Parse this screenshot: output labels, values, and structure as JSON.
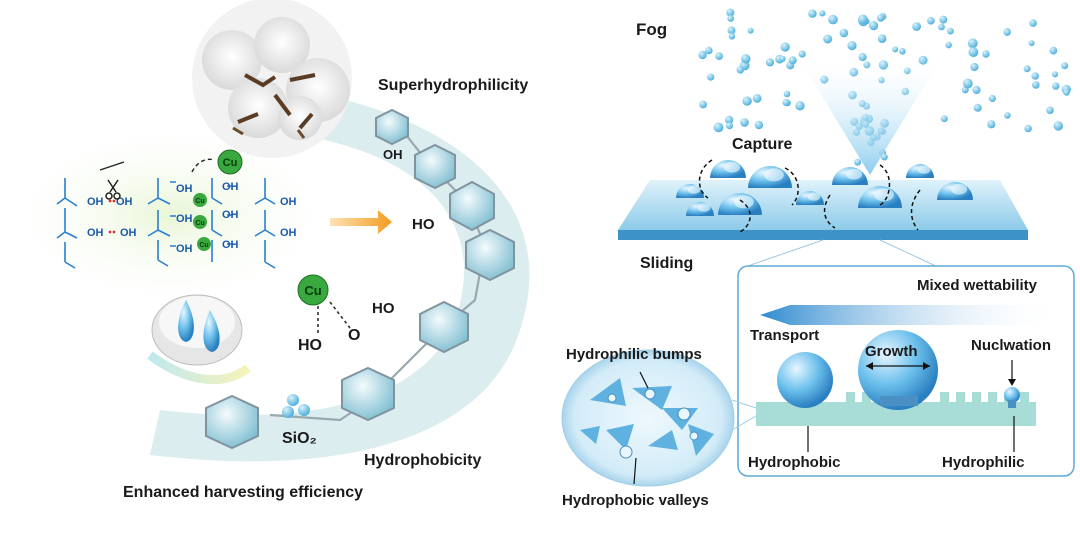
{
  "labels": {
    "fog": "Fog",
    "capture": "Capture",
    "sliding": "Sliding",
    "mixed_wettability": "Mixed wettability",
    "transport": "Transport",
    "growth": "Growth",
    "nucleation": "Nuclwation",
    "hydrophobic": "Hydrophobic",
    "hydrophilic": "Hydrophilic",
    "hydrophilic_bumps": "Hydrophilic bumps",
    "hydrophobic_valleys": "Hydrophobic valleys",
    "superhydrophilicity": "Superhydrophilicity",
    "hydrophobicity": "Hydrophobicity",
    "enhanced": "Enhanced harvesting efficiency",
    "sio2": "SiO₂",
    "ho1": "HO",
    "ho2": "HO",
    "ho3": "HO",
    "o": "O",
    "oh_top": "OH",
    "cu_big": "Cu",
    "cu_molecule": "Cu",
    "cu_small": "Cu",
    "oh": "OH"
  },
  "colors": {
    "drop_blue": "#3f9fd6",
    "cu_green": "#34a83a",
    "cellulose_blue": "#1c5aa8",
    "band_teal": "#d9eef0",
    "platform_blue": "#bfe4f5"
  },
  "icons": [
    "cotton-image",
    "scissors-icon",
    "water-drops-icon",
    "arrow-icon"
  ]
}
